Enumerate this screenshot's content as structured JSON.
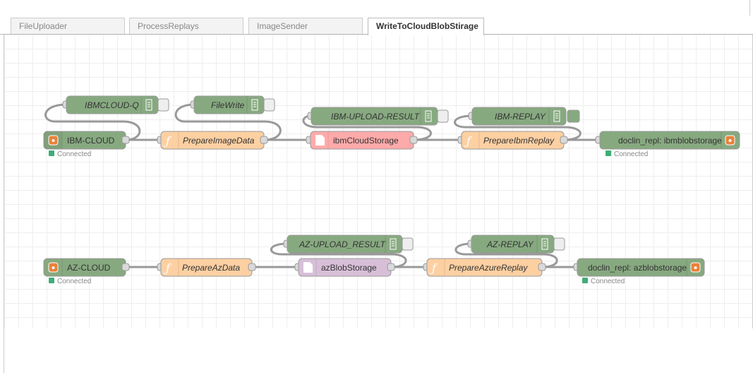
{
  "tabs": [
    {
      "label": "FileUploader"
    },
    {
      "label": "ProcessReplays"
    },
    {
      "label": "ImageSender"
    },
    {
      "label": "WriteToCloudBlobStirage",
      "active": true
    }
  ],
  "flow1": {
    "input_node": "IBM-CLOUD",
    "input_status": "Connected",
    "func1": "PrepareImageData",
    "storage": "ibmCloudStorage",
    "func2": "PrepareIbmReplay",
    "output_node": "doclin_repl: ibmblobstorage",
    "output_status": "Connected",
    "debug1": "IBMCLOUD-Q",
    "debug2": "FileWrite",
    "debug3": "IBM-UPLOAD-RESULT",
    "debug4": "IBM-REPLAY"
  },
  "flow2": {
    "input_node": "AZ-CLOUD",
    "input_status": "Connected",
    "func1": "PrepareAzData",
    "storage": "azBlobStorage",
    "func2": "PrepareAzureReplay",
    "output_node": "doclin_repl: azblobstorage",
    "output_status": "Connected",
    "debug1": "AZ-UPLOAD_RESULT",
    "debug2": "AZ-REPLAY"
  },
  "colors": {
    "mqtt": "#87a980",
    "function": "#fdd0a2",
    "ibm_storage": "#ffaaaa",
    "azure_storage": "#d8bfd8",
    "debug": "#87a980",
    "status_connected": "#3fad77",
    "icon_orange": "#e8823a"
  },
  "icons": {
    "mqtt": "broadcast-icon",
    "function": "function-icon",
    "storage": "file-icon",
    "debug": "list-icon"
  }
}
